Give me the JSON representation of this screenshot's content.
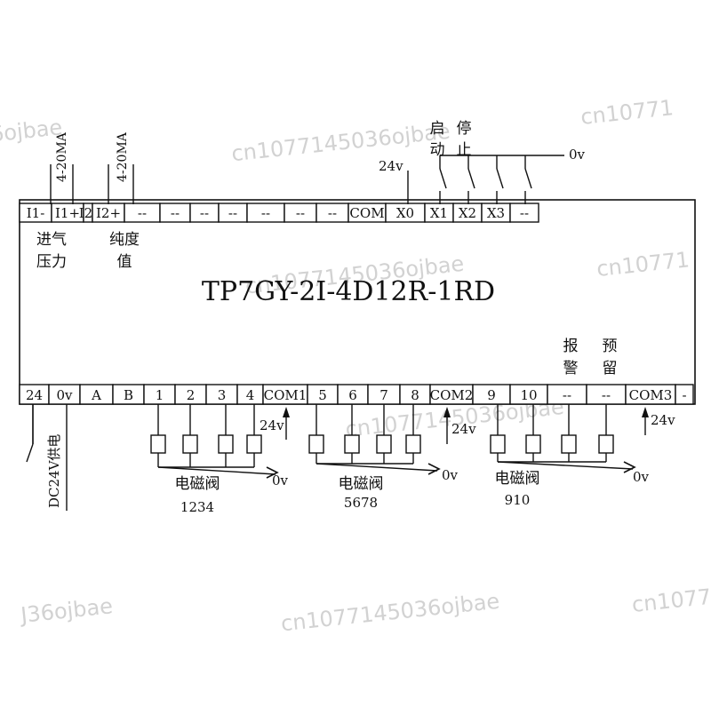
{
  "model_label": "TP7GY-2I-4D12R-1RD",
  "top_terminals": [
    {
      "key": "i1m",
      "label": "I1-"
    },
    {
      "key": "i1p",
      "label": "I1+"
    },
    {
      "key": "i2m",
      "label": "I2-"
    },
    {
      "key": "i2p",
      "label": "I2+"
    },
    {
      "key": "nc1",
      "label": "--"
    },
    {
      "key": "nc2",
      "label": "--"
    },
    {
      "key": "nc3",
      "label": "--"
    },
    {
      "key": "nc4",
      "label": "--"
    },
    {
      "key": "nc5",
      "label": "--"
    },
    {
      "key": "nc6",
      "label": "--"
    },
    {
      "key": "nc7",
      "label": "--"
    },
    {
      "key": "com",
      "label": "COM"
    },
    {
      "key": "x0",
      "label": "X0"
    },
    {
      "key": "x1",
      "label": "X1"
    },
    {
      "key": "x2",
      "label": "X2"
    },
    {
      "key": "x3",
      "label": "X3"
    },
    {
      "key": "nc8",
      "label": "--"
    }
  ],
  "bottom_terminals": [
    {
      "key": "24",
      "label": "24"
    },
    {
      "key": "0v",
      "label": "0v"
    },
    {
      "key": "a",
      "label": "A"
    },
    {
      "key": "b",
      "label": "B"
    },
    {
      "key": "t1",
      "label": "1"
    },
    {
      "key": "t2",
      "label": "2"
    },
    {
      "key": "t3",
      "label": "3"
    },
    {
      "key": "t4",
      "label": "4"
    },
    {
      "key": "com1",
      "label": "COM1"
    },
    {
      "key": "t5",
      "label": "5"
    },
    {
      "key": "t6",
      "label": "6"
    },
    {
      "key": "t7",
      "label": "7"
    },
    {
      "key": "t8",
      "label": "8"
    },
    {
      "key": "com2",
      "label": "COM2"
    },
    {
      "key": "t9",
      "label": "9"
    },
    {
      "key": "t10",
      "label": "10"
    },
    {
      "key": "nc9",
      "label": "--"
    },
    {
      "key": "nc10",
      "label": "--"
    },
    {
      "key": "com3",
      "label": "COM3"
    },
    {
      "key": "nc11",
      "label": "-"
    }
  ],
  "analog": {
    "signal_1": "4-20MA",
    "signal_2": "4-20MA",
    "label_1": [
      "进气",
      "压力"
    ],
    "label_2": [
      "纯度",
      "值"
    ]
  },
  "inputs": {
    "start": [
      "启",
      "动"
    ],
    "stop": [
      "停",
      "止"
    ],
    "supply": "24v",
    "ground": "0v"
  },
  "outputs": {
    "alarm": [
      "报",
      "警"
    ],
    "reserve": [
      "预",
      "留"
    ],
    "group_1": {
      "name": "电磁阀",
      "numbers": "1234",
      "supply": "24v",
      "ground": "0v"
    },
    "group_2": {
      "name": "电磁阀",
      "numbers": "5678",
      "supply": "24v",
      "ground": "0v"
    },
    "group_3": {
      "name": "电磁阀",
      "numbers": "910",
      "supply": "24v",
      "ground": "0v"
    }
  },
  "power": {
    "label": "DC24V供电"
  },
  "watermark": {
    "text_1": "cn1077145036ojbae",
    "text_2": "J36ojbae",
    "text_3": "cn10771"
  }
}
